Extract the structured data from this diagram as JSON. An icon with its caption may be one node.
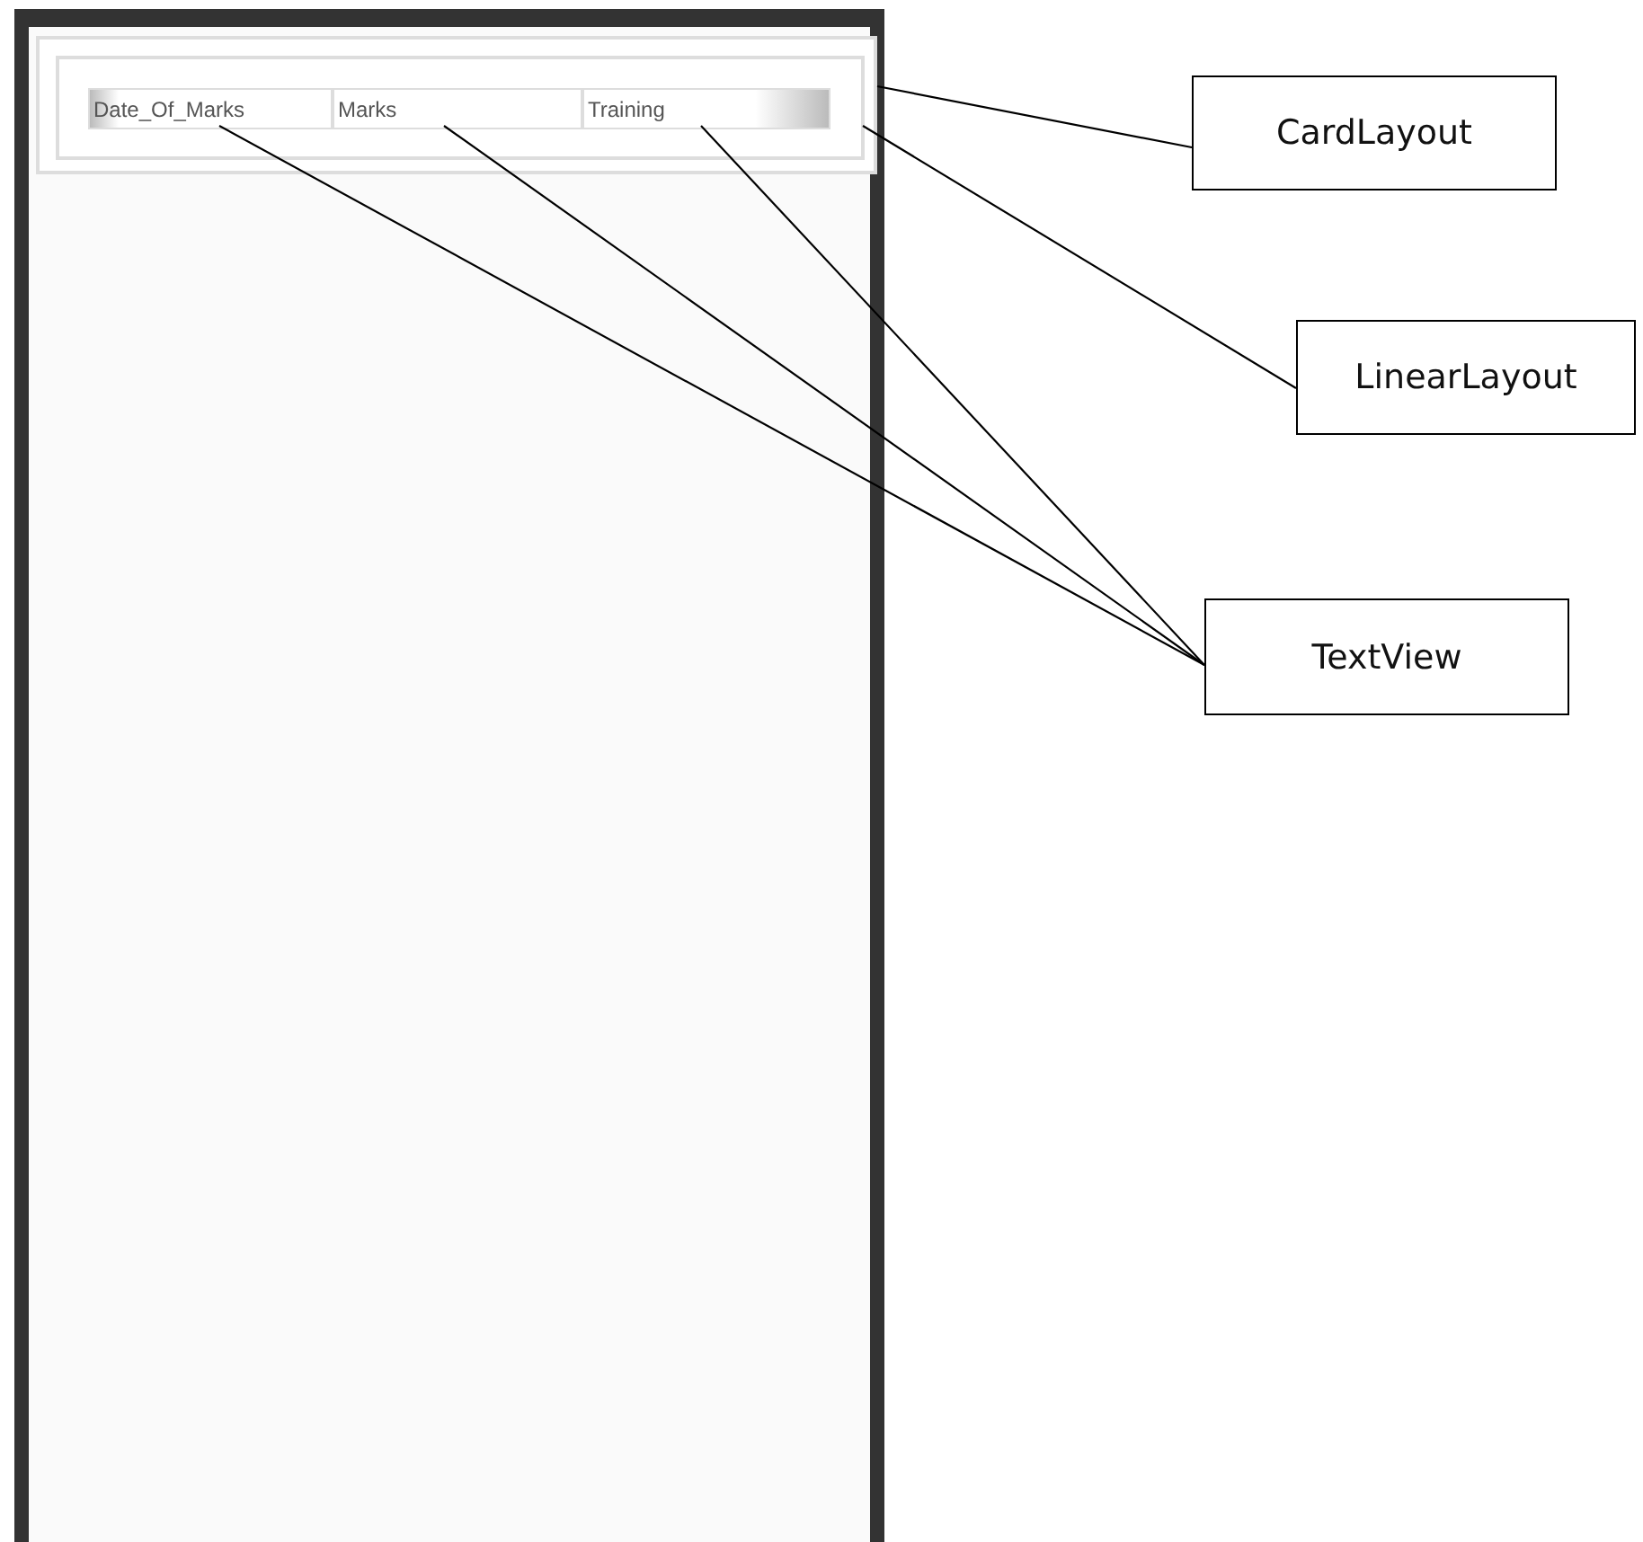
{
  "diagram": {
    "nodes": [
      {
        "text": [],
        "shape": "box"
      },
      {
        "text": [],
        "shape": "box",
        "in": 0
      },
      {
        "text": [
          "Date_Of_Marks"
        ],
        "in": 1
      },
      {
        "text": [
          "Marks"
        ],
        "in": 1
      },
      {
        "text": [
          "Training"
        ],
        "in": 1
      },
      {
        "text": [
          "CardLayout"
        ]
      },
      {
        "text": [
          "LinearLayout"
        ]
      },
      {
        "text": [
          "TextView"
        ]
      }
    ],
    "edges": [
      {
        "from": 5,
        "to": 0,
        "arrow": "none"
      },
      {
        "from": 6,
        "to": 1,
        "arrow": "none"
      },
      {
        "from": 7,
        "to": 2,
        "arrow": "none"
      },
      {
        "from": 7,
        "to": 3,
        "arrow": "none"
      },
      {
        "from": 7,
        "to": 4,
        "arrow": "none"
      }
    ]
  }
}
